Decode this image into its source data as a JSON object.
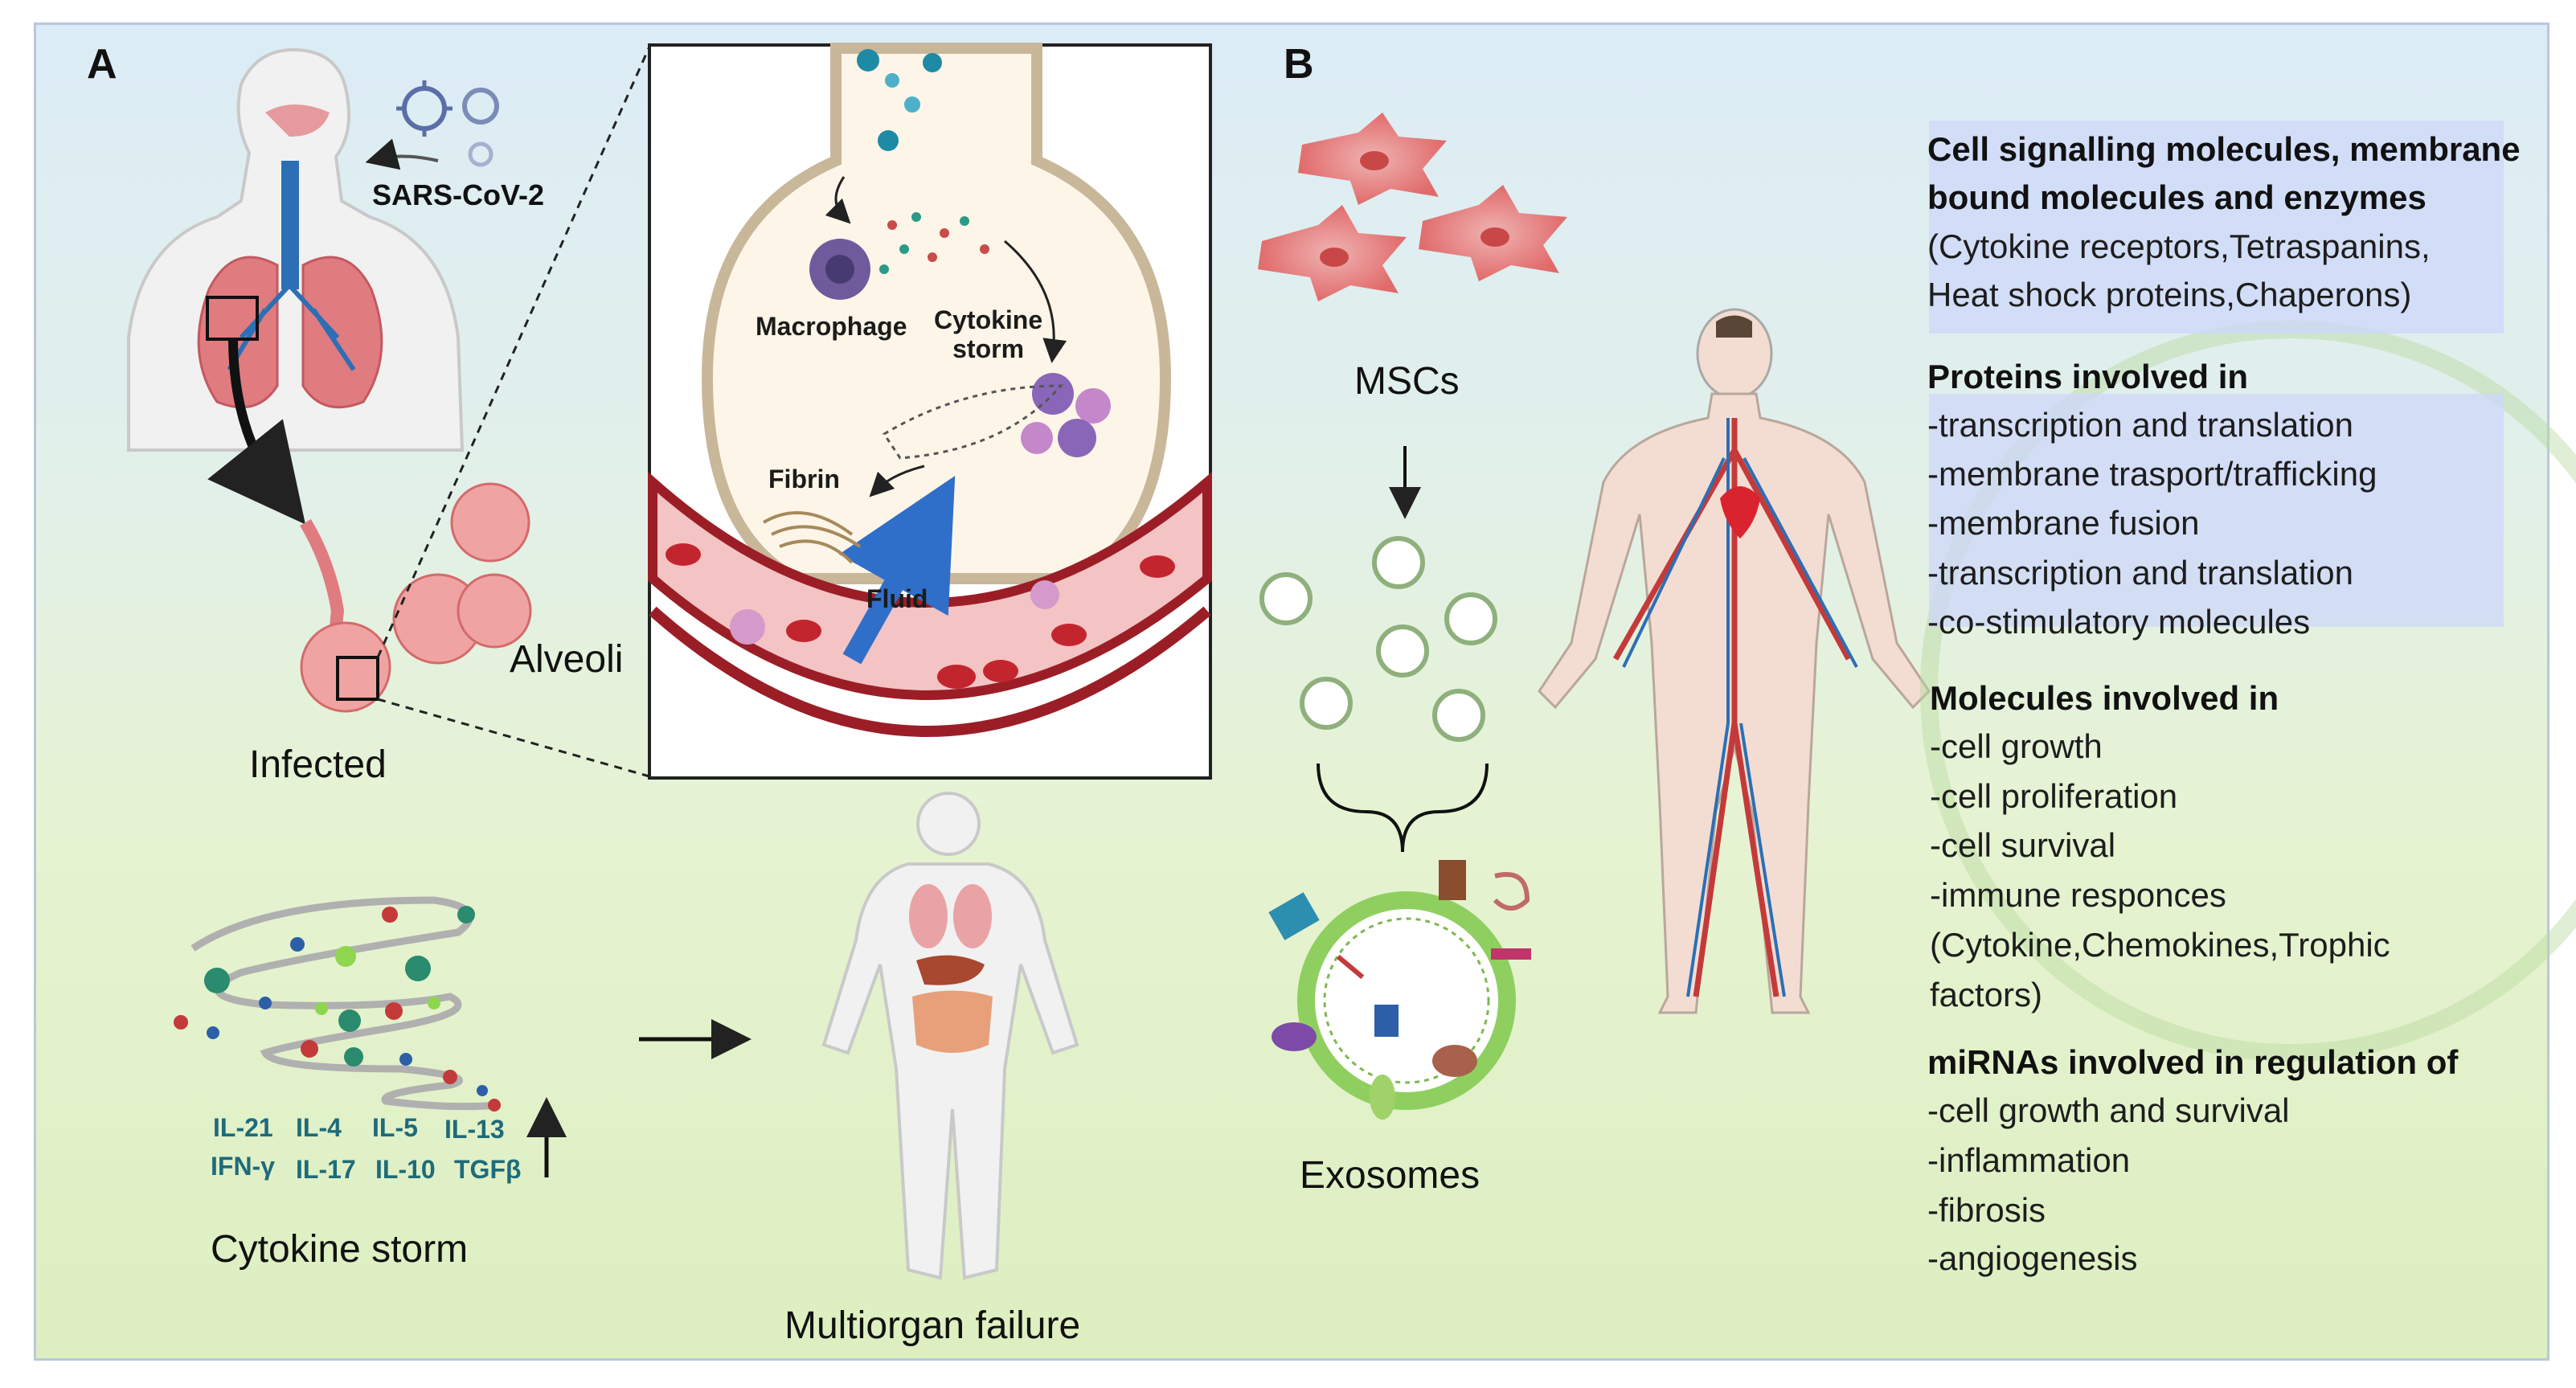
{
  "panel_a": {
    "letter": "A",
    "virus_label": "SARS-CoV-2",
    "alveoli_label": "Alveoli",
    "infected_label": "Infected",
    "macrophage_label": "Macrophage",
    "cytokine_storm_inset_label": "Cytokine\nstorm",
    "fibrin_label": "Fibrin",
    "fluid_label": "Fluid",
    "cytokines_row1": [
      "IL-21",
      "IL-4",
      "IL-5",
      "IL-13"
    ],
    "cytokines_row2": [
      "IFN-γ",
      "IL-17",
      "IL-10",
      "TGFβ"
    ],
    "cytokine_storm_label": "Cytokine storm",
    "multiorgan_label": "Multiorgan failure"
  },
  "panel_b": {
    "letter": "B",
    "mscs_label": "MSCs",
    "exosomes_label": "Exosomes",
    "sections": [
      {
        "title_lines": [
          "Cell signalling molecules, membrane",
          "bound molecules and enzymes"
        ],
        "lines": [
          "(Cytokine receptors,Tetraspanins,",
          "Heat shock proteins,Chaperons)"
        ]
      },
      {
        "title_lines": [
          "Proteins involved in"
        ],
        "lines": [
          "-transcription and translation",
          "-membrane trasport/trafficking",
          "-membrane fusion",
          "-transcription and translation",
          "-co-stimulatory molecules"
        ]
      },
      {
        "title_lines": [
          "Molecules involved in"
        ],
        "lines": [
          "-cell growth",
          "-cell proliferation",
          "-cell survival",
          "-immune responces",
          "(Cytokine,Chemokines,Trophic",
          "factors)"
        ]
      },
      {
        "title_lines": [
          "miRNAs involved in regulation of"
        ],
        "lines": [
          "-cell growth and survival",
          "-inflammation",
          "-fibrosis",
          "-angiogenesis"
        ]
      }
    ]
  },
  "colors": {
    "vessel_red": "#b3262e",
    "cell_red": "#e06a6a",
    "macrophage": "#6f5a9c",
    "cytokine_teal": "#1e6b7a",
    "fluid_blue": "#2f6fc9",
    "highlight": "#cdd7fa"
  }
}
